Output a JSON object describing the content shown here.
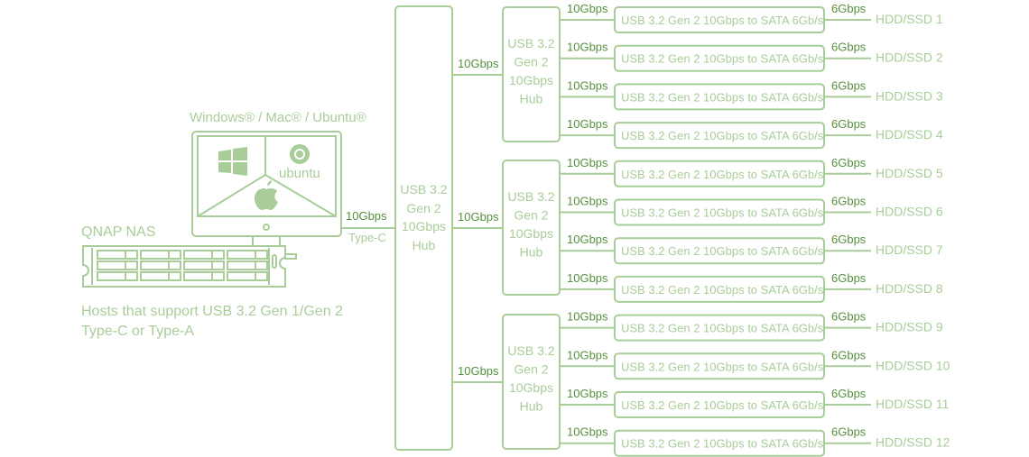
{
  "host": {
    "os_title": "Windows® / Mac® / Ubuntu®",
    "ubuntu_logo_text": "ubuntu",
    "nas_label": "QNAP NAS",
    "support_line1": "Hosts that support USB 3.2 Gen 1/Gen 2",
    "support_line2": "Type-C or Type-A",
    "link_speed": "10Gbps",
    "link_type": "Type-C"
  },
  "main_hub": {
    "lines": [
      "USB 3.2",
      "Gen 2",
      "10Gbps",
      "Hub"
    ]
  },
  "sub_hubs": [
    {
      "lines": [
        "USB 3.2",
        "Gen 2",
        "10Gbps",
        "Hub"
      ],
      "uplink": "10Gbps"
    },
    {
      "lines": [
        "USB 3.2",
        "Gen 2",
        "10Gbps",
        "Hub"
      ],
      "uplink": "10Gbps"
    },
    {
      "lines": [
        "USB 3.2",
        "Gen 2",
        "10Gbps",
        "Hub"
      ],
      "uplink": "10Gbps"
    }
  ],
  "drives": [
    {
      "in": "10Gbps",
      "bridge": "USB 3.2 Gen 2 10Gbps to SATA 6Gb/s",
      "out": "6Gbps",
      "label": "HDD/SSD 1"
    },
    {
      "in": "10Gbps",
      "bridge": "USB 3.2 Gen 2 10Gbps to SATA 6Gb/s",
      "out": "6Gbps",
      "label": "HDD/SSD 2"
    },
    {
      "in": "10Gbps",
      "bridge": "USB 3.2 Gen 2 10Gbps to SATA 6Gb/s",
      "out": "6Gbps",
      "label": "HDD/SSD 3"
    },
    {
      "in": "10Gbps",
      "bridge": "USB 3.2 Gen 2 10Gbps to SATA 6Gb/s",
      "out": "6Gbps",
      "label": "HDD/SSD 4"
    },
    {
      "in": "10Gbps",
      "bridge": "USB 3.2 Gen 2 10Gbps to SATA 6Gb/s",
      "out": "6Gbps",
      "label": "HDD/SSD 5"
    },
    {
      "in": "10Gbps",
      "bridge": "USB 3.2 Gen 2 10Gbps to SATA 6Gb/s",
      "out": "6Gbps",
      "label": "HDD/SSD 6"
    },
    {
      "in": "10Gbps",
      "bridge": "USB 3.2 Gen 2 10Gbps to SATA 6Gb/s",
      "out": "6Gbps",
      "label": "HDD/SSD 7"
    },
    {
      "in": "10Gbps",
      "bridge": "USB 3.2 Gen 2 10Gbps to SATA 6Gb/s",
      "out": "6Gbps",
      "label": "HDD/SSD 8"
    },
    {
      "in": "10Gbps",
      "bridge": "USB 3.2 Gen 2 10Gbps to SATA 6Gb/s",
      "out": "6Gbps",
      "label": "HDD/SSD 9"
    },
    {
      "in": "10Gbps",
      "bridge": "USB 3.2 Gen 2 10Gbps to SATA 6Gb/s",
      "out": "6Gbps",
      "label": "HDD/SSD 10"
    },
    {
      "in": "10Gbps",
      "bridge": "USB 3.2 Gen 2 10Gbps to SATA 6Gb/s",
      "out": "6Gbps",
      "label": "HDD/SSD 11"
    },
    {
      "in": "10Gbps",
      "bridge": "USB 3.2 Gen 2 10Gbps to SATA 6Gb/s",
      "out": "6Gbps",
      "label": "HDD/SSD 12"
    }
  ]
}
